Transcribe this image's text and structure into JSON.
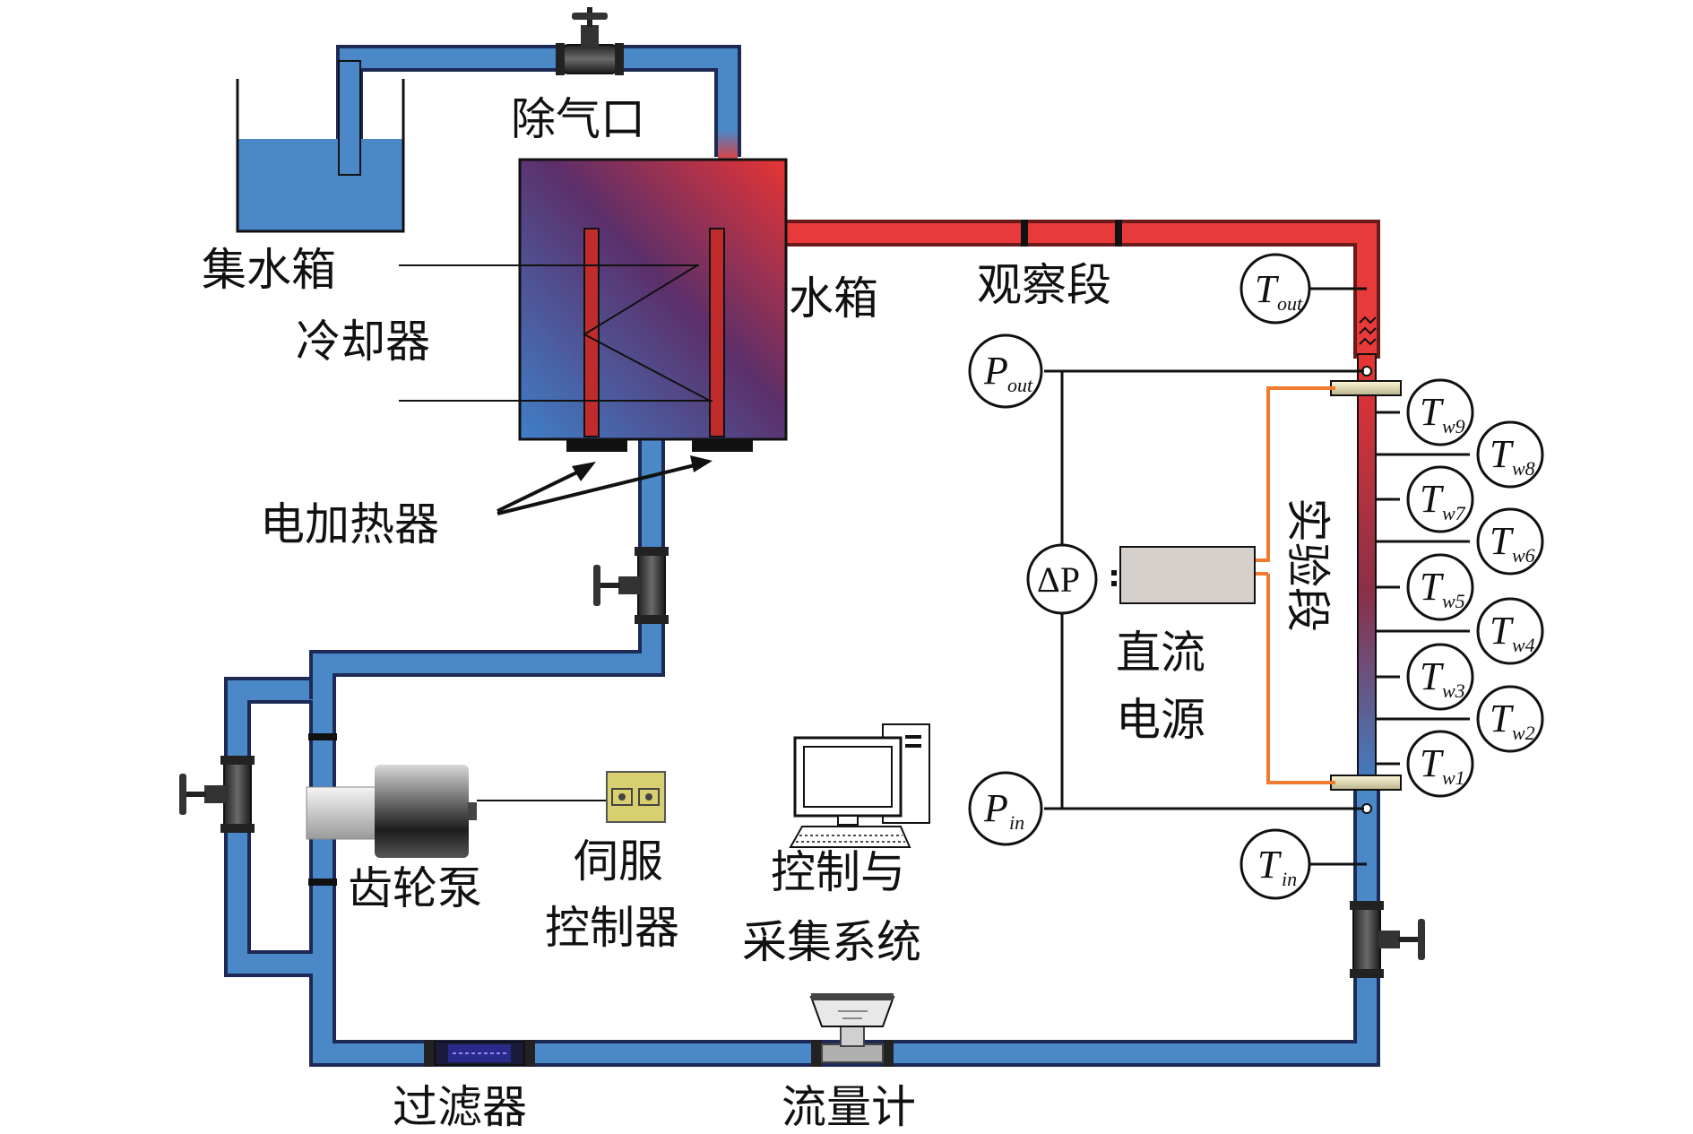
{
  "labels": {
    "degas": "除气口",
    "collector": "集水箱",
    "cooler": "冷却器",
    "tank": "水箱",
    "observe": "观察段",
    "heater": "电加热器",
    "test_section": "实验段",
    "dc_power_1": "直流",
    "dc_power_2": "电源",
    "gear_pump": "齿轮泵",
    "servo_1": "伺服",
    "servo_2": "控制器",
    "control_1": "控制与",
    "control_2": "采集系统",
    "filter": "过滤器",
    "flowmeter": "流量计"
  },
  "sensors": {
    "t_out": {
      "main": "T",
      "sub": "out"
    },
    "t_in": {
      "main": "T",
      "sub": "in"
    },
    "p_out": {
      "main": "P",
      "sub": "out"
    },
    "p_in": {
      "main": "P",
      "sub": "in"
    },
    "dp": "ΔP",
    "tw9": {
      "main": "T",
      "sub": "w9"
    },
    "tw8": {
      "main": "T",
      "sub": "w8"
    },
    "tw7": {
      "main": "T",
      "sub": "w7"
    },
    "tw6": {
      "main": "T",
      "sub": "w6"
    },
    "tw5": {
      "main": "T",
      "sub": "w5"
    },
    "tw4": {
      "main": "T",
      "sub": "w4"
    },
    "tw3": {
      "main": "T",
      "sub": "w3"
    },
    "tw2": {
      "main": "T",
      "sub": "w2"
    },
    "tw1": {
      "main": "T",
      "sub": "w1"
    }
  },
  "colors": {
    "cold_pipe": "#4a88c8",
    "hot_pipe": "#e83a3a",
    "dc_wire": "#f07a30",
    "tank_hot": "#e83a3a",
    "tank_cold": "#3f7fc8"
  }
}
